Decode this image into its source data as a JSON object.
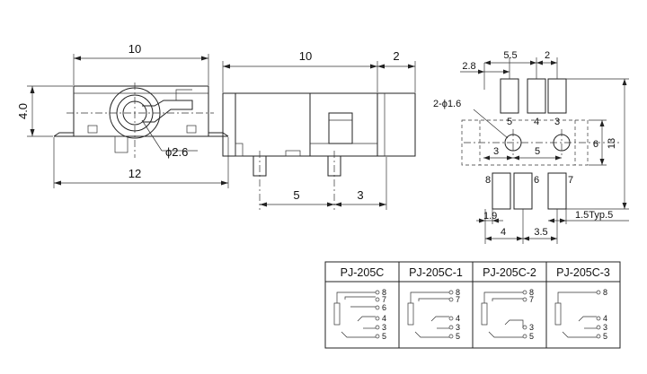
{
  "front_view": {
    "width_label": "10",
    "height_label": "4.0",
    "bottom_width_label": "12",
    "hole_label": "ϕ2.6"
  },
  "side_view": {
    "length_label": "10",
    "front_label": "2",
    "pin_offset_label": "5",
    "pin_spacing_label": "3"
  },
  "footprint": {
    "top_spacing_label": "5.5",
    "top_right_label": "2",
    "top_left_label": "2.8",
    "hole_label": "2-ϕ1.6",
    "mid_left_label": "3",
    "mid_right_label": "5",
    "height_label": "6",
    "total_height_label": "13",
    "bottom_left_label": "1.9",
    "bottom_spacing_label": "4",
    "bottom_right_label": "3.5",
    "pad_width_label": "1.5Typ.5",
    "top_pins": [
      "5",
      "4",
      "3"
    ],
    "bottom_pins": [
      "8",
      "6",
      "7"
    ]
  },
  "table": {
    "headers": [
      "PJ-205C",
      "PJ-205C-1",
      "PJ-205C-2",
      "PJ-205C-3"
    ],
    "pins": [
      [
        "8",
        "7",
        "6",
        "4",
        "3",
        "5"
      ],
      [
        "8",
        "7",
        "4",
        "3",
        "5"
      ],
      [
        "8",
        "7",
        "3",
        "5"
      ],
      [
        "8",
        "4",
        "3",
        "5"
      ]
    ]
  }
}
